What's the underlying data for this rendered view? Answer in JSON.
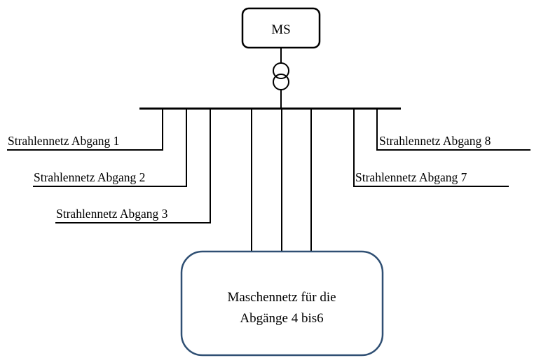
{
  "diagram": {
    "source_label": "MS",
    "feeders": {
      "f1": "Strahlennetz Abgang 1",
      "f2": "Strahlennetz Abgang 2",
      "f3": "Strahlennetz Abgang 3",
      "f7": "Strahlennetz Abgang 7",
      "f8": "Strahlennetz Abgang 8"
    },
    "mesh": {
      "line1": "Maschennetz für die",
      "line2": "Abgänge 4 bis6"
    },
    "colors": {
      "ms_box_stroke": "#000000",
      "mesh_box_stroke": "#2f4f73",
      "lines": "#000000"
    }
  }
}
